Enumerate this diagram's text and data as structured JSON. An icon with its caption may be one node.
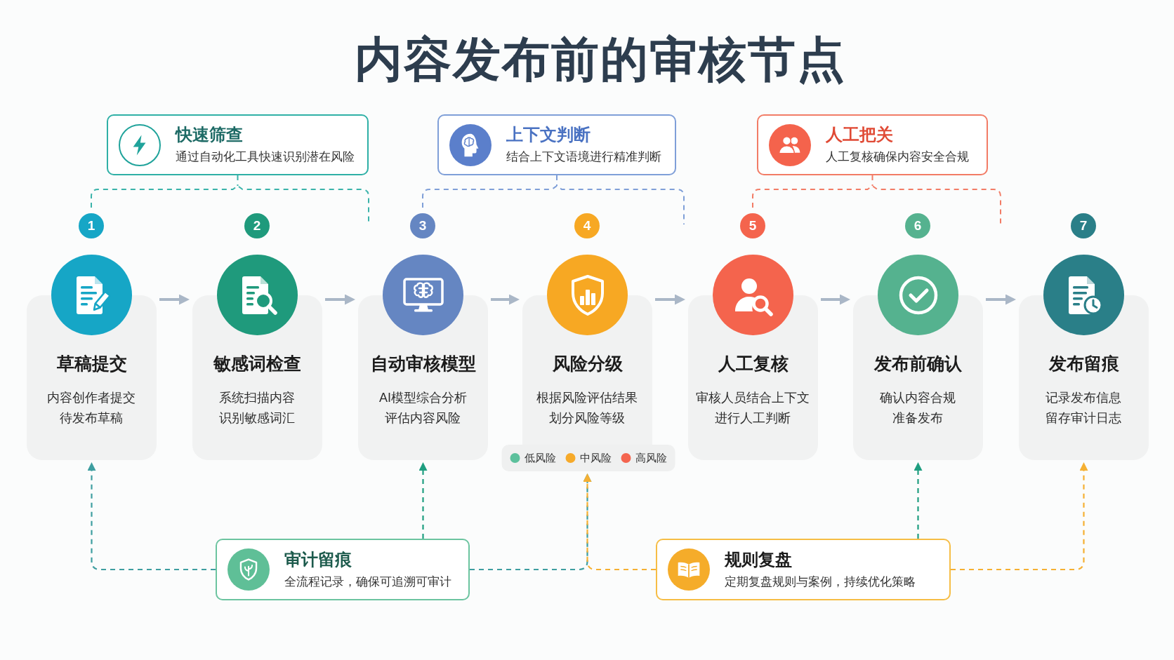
{
  "diagram": {
    "title": "内容发布前的审核节点",
    "nodes": [
      {
        "text": [
          "快速筛查",
          "通过自动化工具快速识别潜在风险"
        ]
      },
      {
        "text": [
          "上下文判断",
          "结合上下文语境进行精准判断"
        ]
      },
      {
        "text": [
          "人工把关",
          "人工复核确保内容安全合规"
        ]
      },
      {
        "text": [
          "1"
        ]
      },
      {
        "text": [
          "2"
        ]
      },
      {
        "text": [
          "3"
        ]
      },
      {
        "text": [
          "4"
        ]
      },
      {
        "text": [
          "5"
        ]
      },
      {
        "text": [
          "6"
        ]
      },
      {
        "text": [
          "7"
        ]
      },
      {
        "text": [
          "草稿提交",
          "内容创作者提交待发布草稿"
        ]
      },
      {
        "text": [
          "敏感词检查",
          "系统扫描内容识别敏感词汇"
        ]
      },
      {
        "text": [
          "自动审核模型",
          "AI模型综合分析评估内容风险"
        ]
      },
      {
        "text": [
          "风险分级",
          "根据风险评估结果划分风险等级"
        ]
      },
      {
        "text": [
          "人工复核",
          "审核人员结合上下文进行人工判断"
        ]
      },
      {
        "text": [
          "发布前确认",
          "确认内容合规准备发布"
        ]
      },
      {
        "text": [
          "发布留痕",
          "记录发布信息留存审计日志"
        ]
      },
      {
        "text": [
          "审计留痕",
          "全流程记录，确保可追溯可审计"
        ]
      },
      {
        "text": [
          "规则复盘",
          "定期复盘规则与案例，持续优化策略"
        ]
      }
    ],
    "edges": [
      {
        "from": 10,
        "to": 11,
        "arrow": "to"
      },
      {
        "from": 11,
        "to": 12,
        "arrow": "to"
      },
      {
        "from": 12,
        "to": 13,
        "arrow": "to"
      },
      {
        "from": 13,
        "to": 14,
        "arrow": "to"
      },
      {
        "from": 14,
        "to": 15,
        "arrow": "to"
      },
      {
        "from": 15,
        "to": 16,
        "arrow": "to"
      },
      {
        "from": 17,
        "to": 10,
        "arrow": "to",
        "style": "dashed",
        "color": "#3e9ea0"
      },
      {
        "from": 17,
        "to": 12,
        "arrow": "to",
        "style": "dashed",
        "color": "#1f9e80"
      },
      {
        "from": 17,
        "to": 13,
        "arrow": "to",
        "style": "dashed",
        "color": "#3e9ea0"
      },
      {
        "from": 18,
        "to": 13,
        "arrow": "to",
        "style": "dashed",
        "color": "#f5b033"
      },
      {
        "from": 18,
        "to": 15,
        "arrow": "to",
        "style": "dashed",
        "color": "#1f9e80"
      },
      {
        "from": 18,
        "to": 16,
        "arrow": "to",
        "style": "dashed",
        "color": "#f5b033"
      }
    ],
    "legend": [
      {
        "text": "低风险",
        "color": "#5cc09c"
      },
      {
        "text": "中风险",
        "color": "#f6aa2a"
      },
      {
        "text": "高风险",
        "color": "#f4654f"
      }
    ]
  }
}
